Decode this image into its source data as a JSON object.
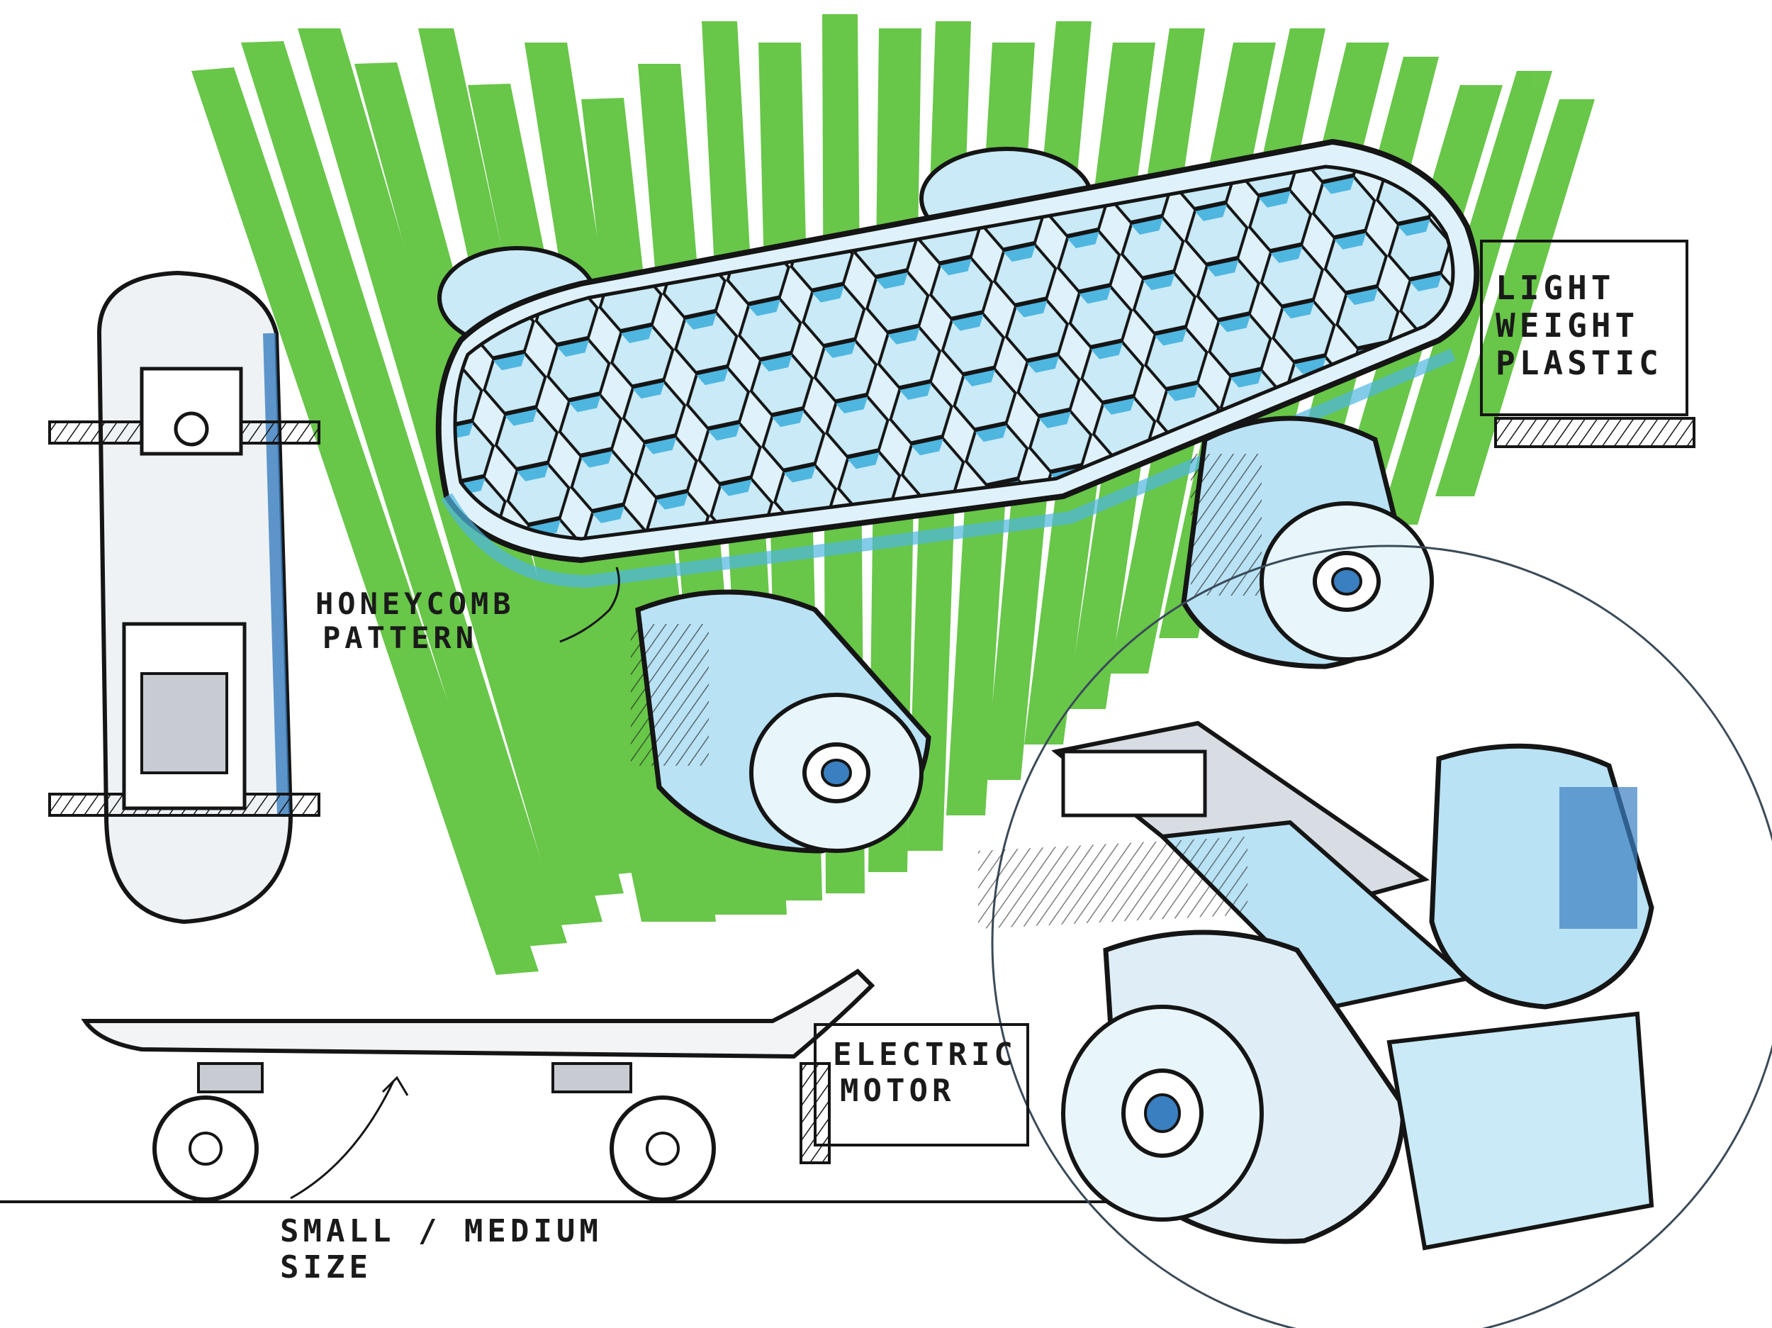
{
  "annotations": {
    "light_weight": [
      "LIGHT",
      "WEIGHT",
      "PLASTIC"
    ],
    "honeycomb": [
      "HONEYCOMB",
      "PATTERN"
    ],
    "electric_motor": [
      "ELECTRIC",
      "MOTOR"
    ],
    "size": [
      "SMALL / MEDIUM",
      "SIZE"
    ]
  },
  "colors": {
    "marker_green": "#5cc23a",
    "marker_blue": "#4fb6e0",
    "deep_blue": "#3a7fc0",
    "ink": "#151515",
    "cool_grey": "#c8ccd2"
  }
}
